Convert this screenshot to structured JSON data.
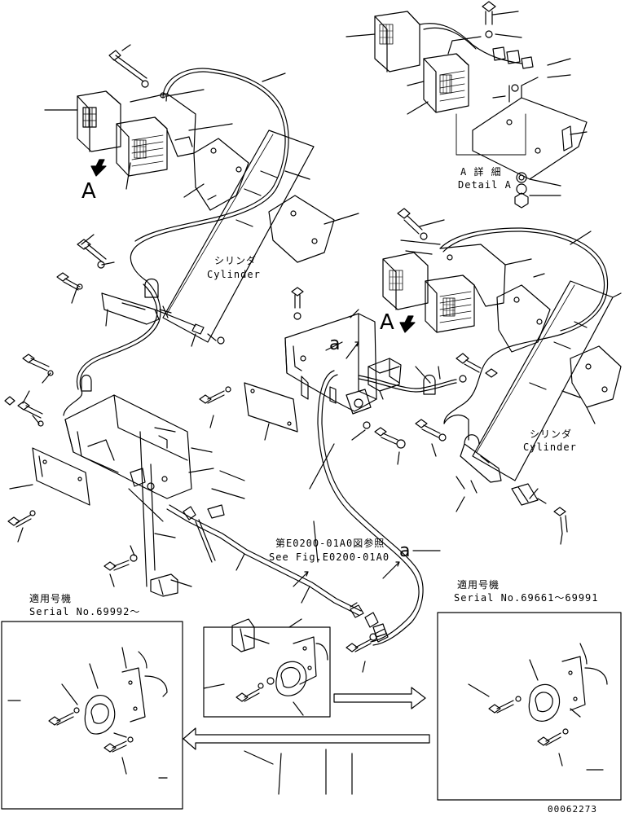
{
  "labels": {
    "detail_a_jp": "A 詳 細",
    "detail_a_en": "Detail A",
    "cylinder_jp_left": "シリンダ",
    "cylinder_en_left": "Cylinder",
    "cylinder_jp_right": "シリンダ",
    "cylinder_en_right": "Cylinder",
    "ref_jp": "第E0200-01A0図参照",
    "ref_en": "See Fig.E0200-01A0",
    "serial_left_jp": "適用号機",
    "serial_left_en": "Serial No.69992～",
    "serial_right_jp": "適用号機",
    "serial_right_en": "Serial No.69661～69991",
    "view_a_left": "A",
    "view_a_right": "A",
    "conn_a_left": "a",
    "conn_a_right": "a",
    "drawing_number": "00062273"
  }
}
